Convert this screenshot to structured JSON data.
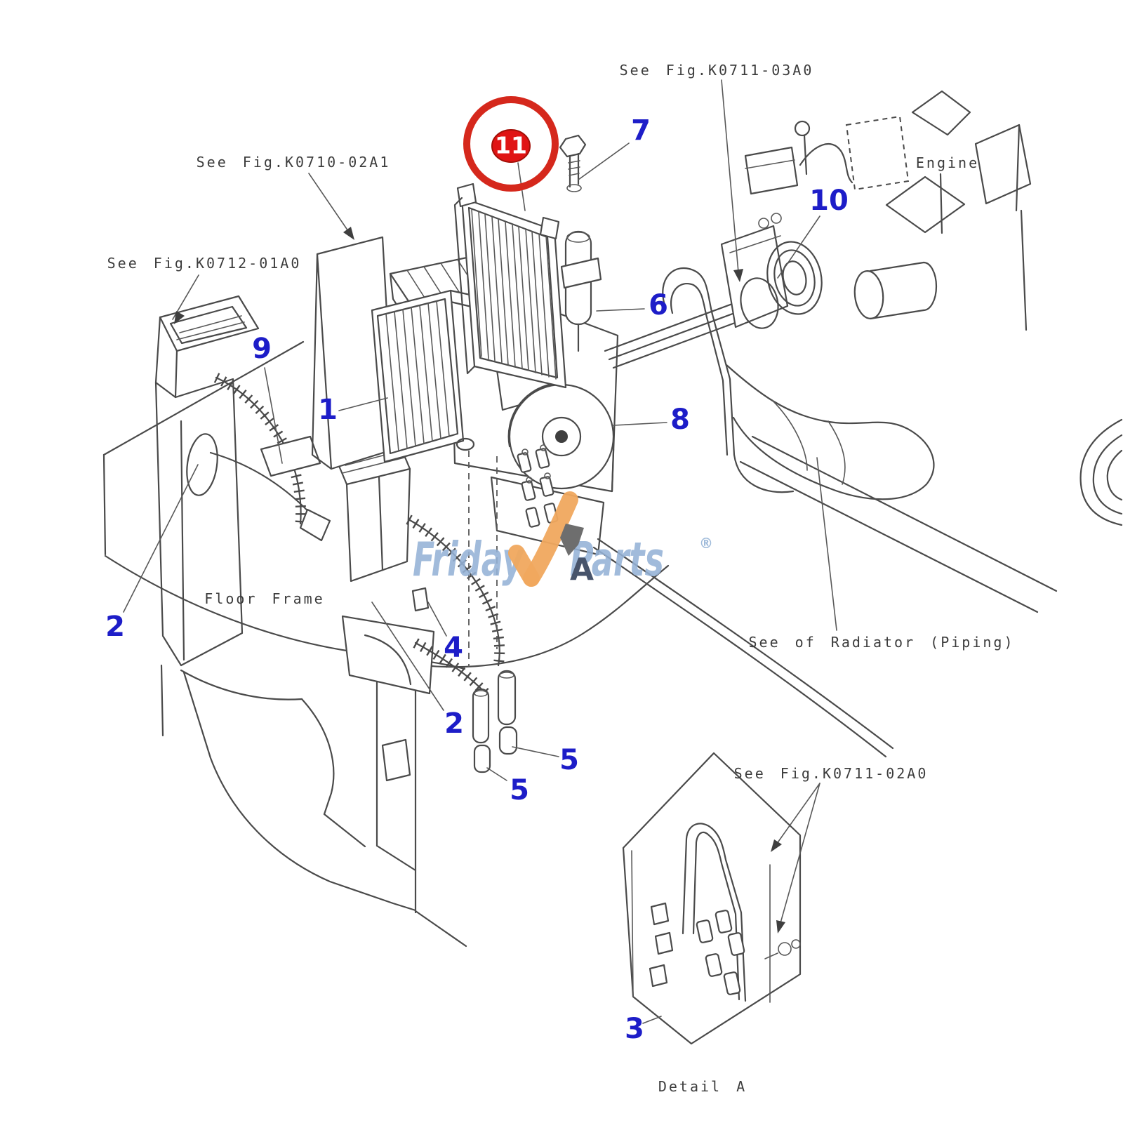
{
  "diagram": {
    "references": {
      "k0710": "See Fig.K0710-02A1",
      "k0712": "See Fig.K0712-01A0",
      "k0711_03": "See Fig.K0711-03A0",
      "k0711_02": "See Fig.K0711-02A0"
    },
    "labels": {
      "engine": "Engine",
      "floor_frame": "Floor Frame",
      "radiator_note": "See of Radiator (Piping)",
      "detail_caption": "Detail A",
      "view_marker": "A"
    },
    "highlight": {
      "part_number": "11"
    },
    "callouts": [
      {
        "part": "7"
      },
      {
        "part": "10"
      },
      {
        "part": "9"
      },
      {
        "part": "1"
      },
      {
        "part": "6"
      },
      {
        "part": "8"
      },
      {
        "part": "2"
      },
      {
        "part": "4"
      },
      {
        "part": "2"
      },
      {
        "part": "5"
      },
      {
        "part": "5"
      },
      {
        "part": "3"
      }
    ],
    "watermark": {
      "brand_left": "Friday",
      "brand_right": "Parts",
      "registered": "®"
    },
    "colors": {
      "callout_blue": "#1d1dc8",
      "highlight_red": "#d5281c",
      "line_gray": "#4a4a4a",
      "watermark_blue": "#94b2d6",
      "watermark_orange": "#f0a85e"
    }
  }
}
